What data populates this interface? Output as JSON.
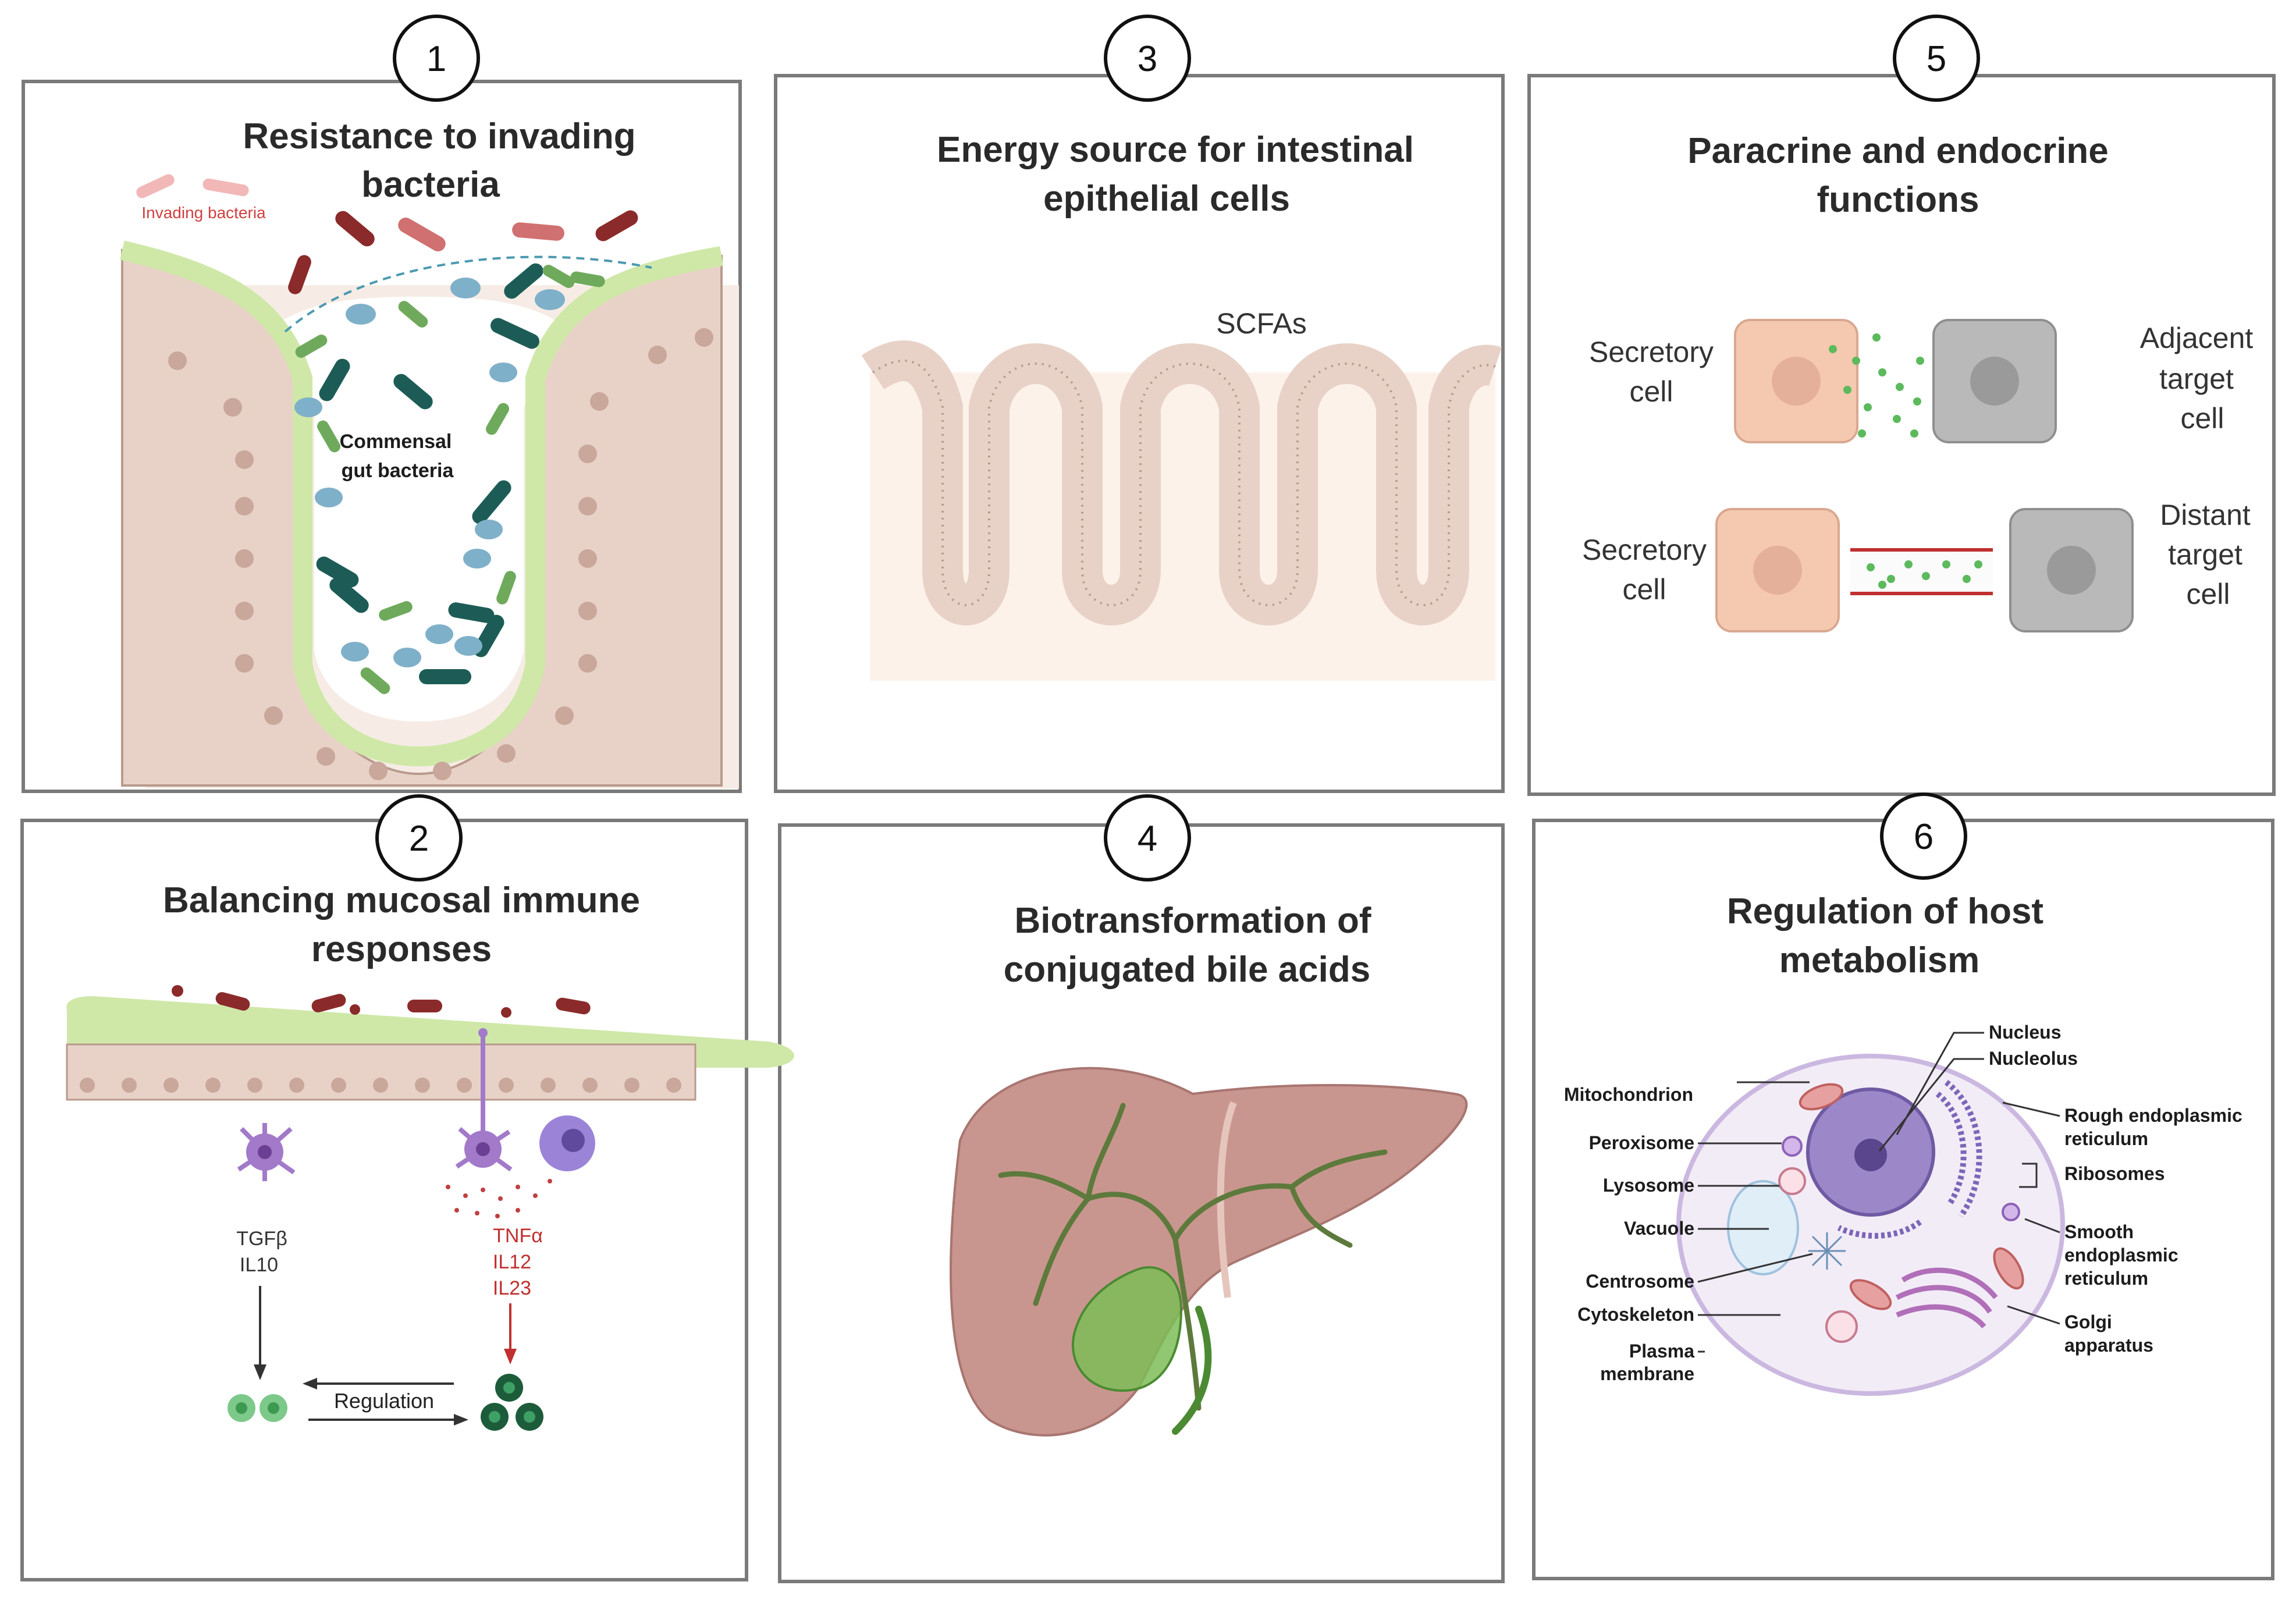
{
  "colors": {
    "tissue": "#e8d5cc",
    "nucleus": "#c9a79b",
    "mucus": "#cfe8a8",
    "bacteria_dark_red": "#8b2a2a",
    "bacteria_dark_green": "#1d5c56",
    "bacteria_light_blue": "#7fb0c9",
    "bacteria_green": "#6faa5c",
    "secretory_cell": "#f5c9b0",
    "target_cell": "#b9b9b9",
    "liver": "#c9968f",
    "cell_membrane": "#dcd0ea"
  },
  "panels": [
    {
      "number": "1",
      "title_line1": "Resistance to invading",
      "title_line2": "bacteria",
      "invading_label": "Invading bacteria",
      "commensal_line1": "Commensal",
      "commensal_line2": "gut bacteria"
    },
    {
      "number": "2",
      "title_line1": "Balancing mucosal immune",
      "title_line2": "responses",
      "left_cytokines": [
        "TGFβ",
        "IL10"
      ],
      "right_cytokines": [
        "TNFα",
        "IL12",
        "IL23"
      ],
      "regulation_label": "Regulation"
    },
    {
      "number": "3",
      "title_line1": "Energy source for intestinal",
      "title_line2": "epithelial cells",
      "scfa_label": "SCFAs"
    },
    {
      "number": "4",
      "title_line1": "Biotransformation of",
      "title_line2": "conjugated bile acids"
    },
    {
      "number": "5",
      "title_line1": "Paracrine and endocrine",
      "title_line2": "functions",
      "secretory_1": [
        "Secretory",
        "cell"
      ],
      "adjacent": [
        "Adjacent",
        "target",
        "cell"
      ],
      "secretory_2": [
        "Secretory",
        "cell"
      ],
      "distant": [
        "Distant",
        "target",
        "cell"
      ]
    },
    {
      "number": "6",
      "title_line1": "Regulation of host",
      "title_line2": "metabolism",
      "left_labels": [
        "Mitochondrion",
        "Peroxisome",
        "Lysosome",
        "Vacuole",
        "Centrosome",
        "Cytoskeleton",
        "Plasma",
        "membrane"
      ],
      "right_labels": [
        "Nucleus",
        "Nucleolus",
        "Rough endoplasmic",
        "reticulum",
        "Ribosomes",
        "Smooth",
        "endoplasmic",
        "reticulum",
        "Golgi",
        "apparatus"
      ]
    }
  ]
}
